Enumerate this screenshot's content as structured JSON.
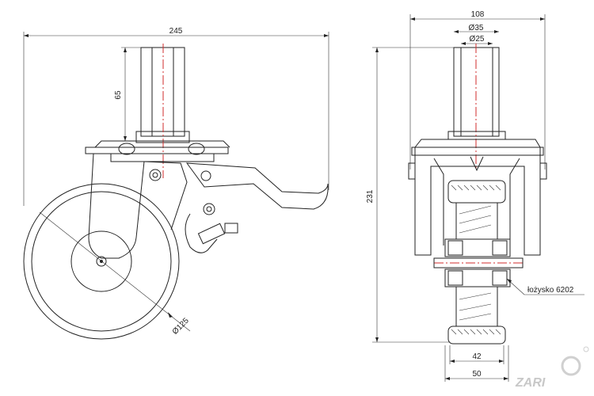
{
  "dimensions": {
    "total_length": "245",
    "stem_height": "65",
    "wheel_diameter": "Ø125",
    "width_top": "108",
    "stem_outer_diameter": "Ø35",
    "stem_inner_diameter": "Ø25",
    "overall_height": "231",
    "wheel_width_inner": "42",
    "wheel_width_outer": "50"
  },
  "annotations": {
    "bearing": "łożysko 6202"
  },
  "logo": {
    "text": "ZARI"
  }
}
